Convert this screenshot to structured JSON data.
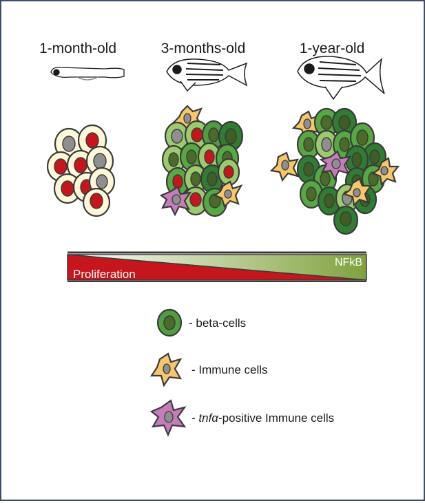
{
  "stages": [
    {
      "label": "1-month-old"
    },
    {
      "label": "3-months-old"
    },
    {
      "label": "1-year-old"
    }
  ],
  "gradient": {
    "top_label": "NFkB",
    "bottom_label": "Proliferation",
    "top_color": "#7fa23d",
    "bottom_color": "#c4161c"
  },
  "legend": [
    {
      "icon": "beta-cell-icon",
      "text": "- beta-cells",
      "color": "#4e9d3f"
    },
    {
      "icon": "immune-cell-icon",
      "text": "- Immune cells",
      "color": "#f7c66b"
    },
    {
      "icon": "tnfa-immune-cell-icon",
      "text_prefix": "- ",
      "text_italic": "tnfα",
      "text_suffix": "-positive Immune cells",
      "color": "#c77cba"
    }
  ],
  "colors": {
    "young_cell_fill": "#fdf8d7",
    "red_nucleus": "#c4161c",
    "gray_nucleus": "#8f8f8f",
    "light_green": "#9ccb6e",
    "mid_green": "#56a843",
    "dark_green": "#2e7d32",
    "outline": "#3a3a3a"
  }
}
